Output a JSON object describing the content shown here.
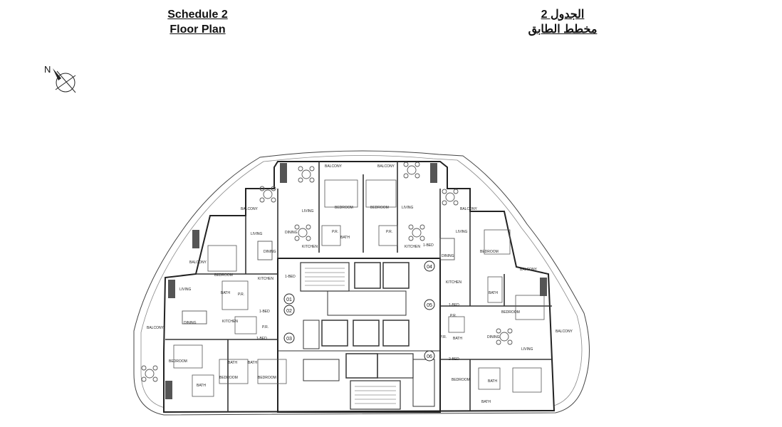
{
  "header": {
    "en_line1": "Schedule 2",
    "en_line2": "Floor Plan",
    "ar_line1": "الجدول 2",
    "ar_line2": "مخطط الطابق"
  },
  "compass": {
    "label": "N",
    "icon": "north-arrow-icon"
  },
  "plan": {
    "units": [
      {
        "label": "01"
      },
      {
        "label": "02"
      },
      {
        "label": "03"
      },
      {
        "label": "04"
      },
      {
        "label": "05"
      },
      {
        "label": "06"
      }
    ],
    "rooms": {
      "balcony": "BALCONY",
      "bedroom": "BEDROOM",
      "living": "LIVING",
      "dining": "DINING",
      "kitchen": "KITCHEN",
      "bath": "BATH",
      "powder_room": "P.R.",
      "one_bed": "1-BED",
      "two_bed": "2-BED"
    }
  },
  "colors": {
    "line": "#333333",
    "light_line": "#777777",
    "shade": "#555555"
  }
}
